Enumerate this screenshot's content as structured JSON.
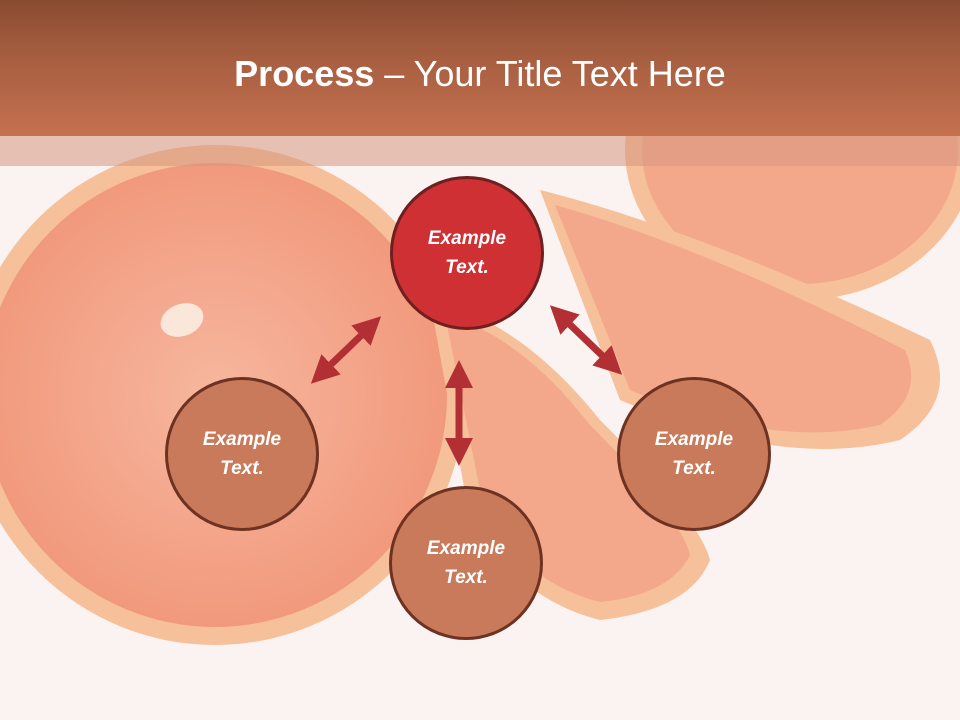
{
  "slide": {
    "title_bold": "Process",
    "title_rest": " – Your Title Text Here"
  },
  "nodes": {
    "top": "Example Text.",
    "left": "Example Text.",
    "right": "Example Text.",
    "bottom": "Example Text."
  },
  "colors": {
    "header": "#b0633f",
    "accent_node": "#cf3033",
    "node": "#c97a5a",
    "arrow": "#b23034"
  }
}
